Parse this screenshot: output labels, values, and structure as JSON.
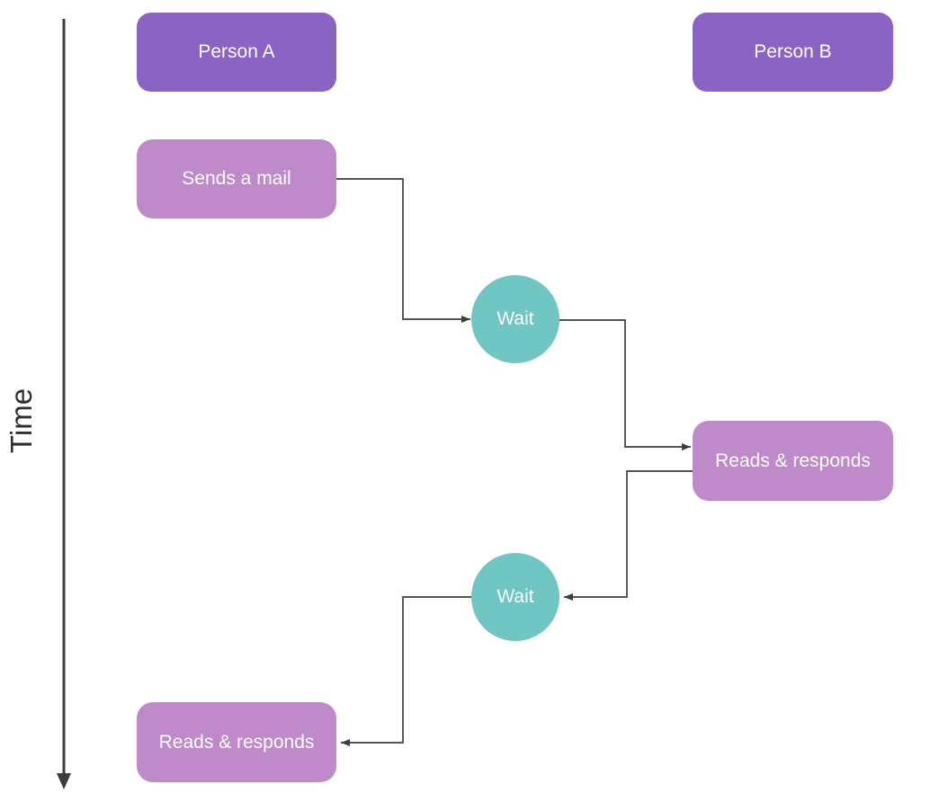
{
  "diagram": {
    "time_axis_label": "Time",
    "lanes": [
      {
        "id": "person-a",
        "label": "Person A"
      },
      {
        "id": "person-b",
        "label": "Person B"
      }
    ],
    "nodes": [
      {
        "id": "sends-a-mail",
        "label": "Sends a mail",
        "lane": "person-a",
        "type": "action"
      },
      {
        "id": "wait-1",
        "label": "Wait",
        "lane": "middle",
        "type": "wait"
      },
      {
        "id": "reads-responds-b",
        "label": "Reads & responds",
        "lane": "person-b",
        "type": "action"
      },
      {
        "id": "wait-2",
        "label": "Wait",
        "lane": "middle",
        "type": "wait"
      },
      {
        "id": "reads-responds-a",
        "label": "Reads & responds",
        "lane": "person-a",
        "type": "action"
      }
    ],
    "connections": [
      {
        "from": "sends-a-mail",
        "to": "wait-1"
      },
      {
        "from": "wait-1",
        "to": "reads-responds-b"
      },
      {
        "from": "reads-responds-b",
        "to": "wait-2"
      },
      {
        "from": "wait-2",
        "to": "reads-responds-a"
      }
    ],
    "colors": {
      "lane_header": "#8A63C4",
      "action_node": "#BE8ACA",
      "wait_node": "#70C6C2",
      "connector": "#3D3D3D",
      "text_color": "#FFFFFF",
      "axis_text": "#2E2E2E"
    }
  }
}
